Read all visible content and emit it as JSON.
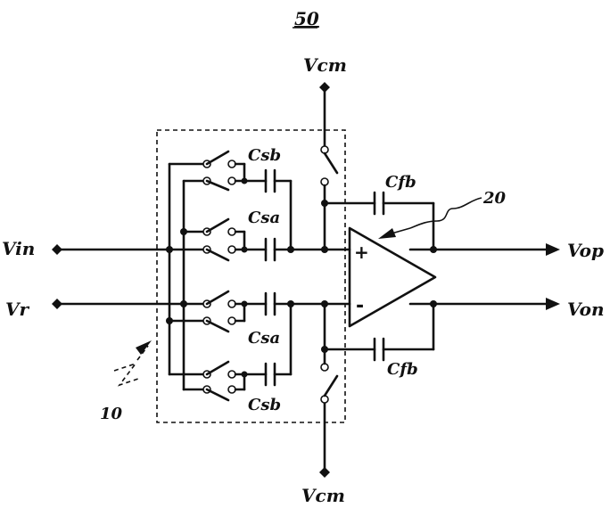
{
  "figure": {
    "number": "50",
    "block_ref": "10",
    "amp_ref": "20"
  },
  "nodes": {
    "vcm_top": "Vcm",
    "vcm_bottom": "Vcm",
    "vin": "Vin",
    "vr": "Vr",
    "vop": "Vop",
    "von": "Von"
  },
  "components": {
    "csb_top": "Csb",
    "csa_top": "Csa",
    "csa_bottom": "Csa",
    "csb_bottom": "Csb",
    "cfb_top": "Cfb",
    "cfb_bottom": "Cfb"
  },
  "amp": {
    "plus": "+",
    "minus": "-"
  }
}
